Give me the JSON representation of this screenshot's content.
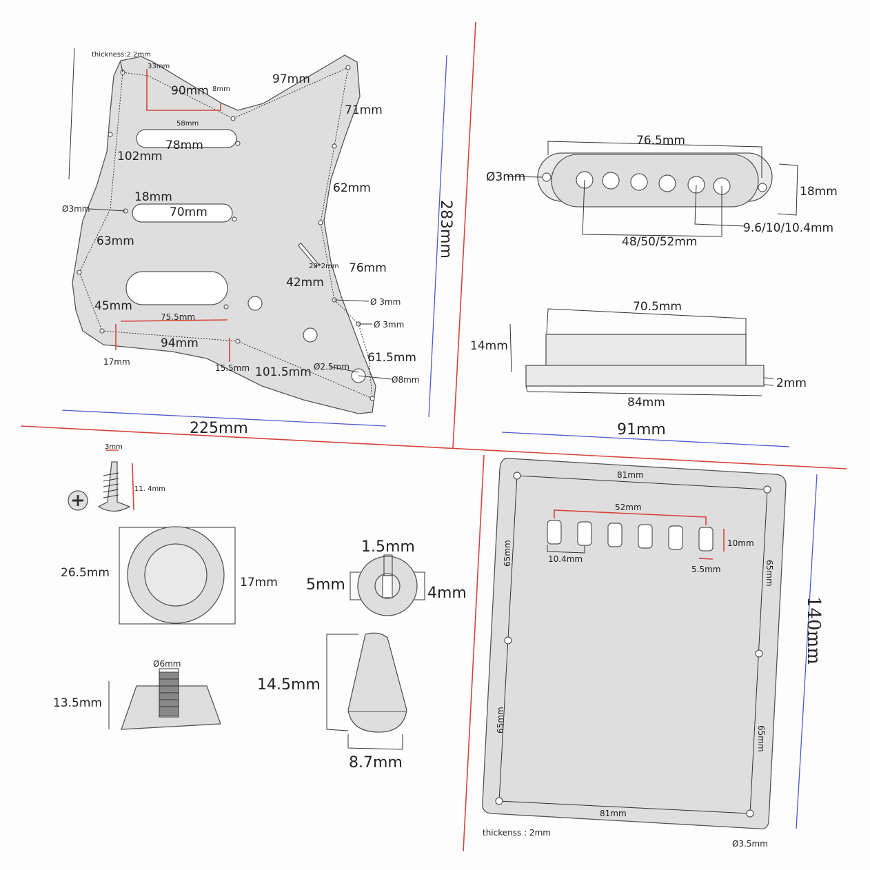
{
  "pickguard": {
    "thickness": "thickness:2.2mm",
    "d33": "33mm",
    "d90": "90mm",
    "d8": "8mm",
    "d97": "97mm",
    "d58": "58mm",
    "d71": "71mm",
    "d78": "78mm",
    "d102": "102mm",
    "d62": "62mm",
    "d18": "18mm",
    "d3a": "Ø3mm",
    "d70": "70mm",
    "d63": "63mm",
    "d28x2": "28*2mm",
    "d76": "76mm",
    "d42": "42mm",
    "d3b": "Ø 3mm",
    "d45": "45mm",
    "d755": "75.5mm",
    "d3c": "Ø 3mm",
    "d94": "94mm",
    "d615": "61.5mm",
    "d17": "17mm",
    "d155": "15.5mm",
    "d1015": "101.5mm",
    "d25": "Ø2.5mm",
    "d8b": "Ø8mm",
    "height": "283mm",
    "width": "225mm"
  },
  "pickup_cover": {
    "hole": "Ø3mm",
    "length": "76.5mm",
    "height": "18mm",
    "pole_spacing": "48/50/52mm",
    "pole_dia": "9.6/10/10.4mm"
  },
  "pickup_side": {
    "length": "70.5mm",
    "height": "14mm",
    "base_thickness": "2mm",
    "base_length": "84mm",
    "overall": "91mm"
  },
  "screw": {
    "head": "3mm",
    "length": "11. 4mm"
  },
  "volume_knob": {
    "height": "26.5mm",
    "width": "17mm"
  },
  "switch_tip_small": {
    "top": "1.5mm",
    "left": "5mm",
    "right": "4mm"
  },
  "jack_nut": {
    "dia": "Ø6mm",
    "height": "13.5mm"
  },
  "switch_tip": {
    "height": "14.5mm",
    "width": "8.7mm"
  },
  "back_plate": {
    "top_width": "81mm",
    "slot_span": "52mm",
    "slot_height": "10mm",
    "slot_width": "10.4mm",
    "slot_gap": "5.5mm",
    "left_upper": "65mm",
    "right_upper": "65mm",
    "left_lower": "65mm",
    "right_lower": "65mm",
    "bottom_width": "81mm",
    "overall_height": "140mm",
    "thickness": "thickenss : 2mm",
    "screw_hole": "Ø3.5mm"
  }
}
